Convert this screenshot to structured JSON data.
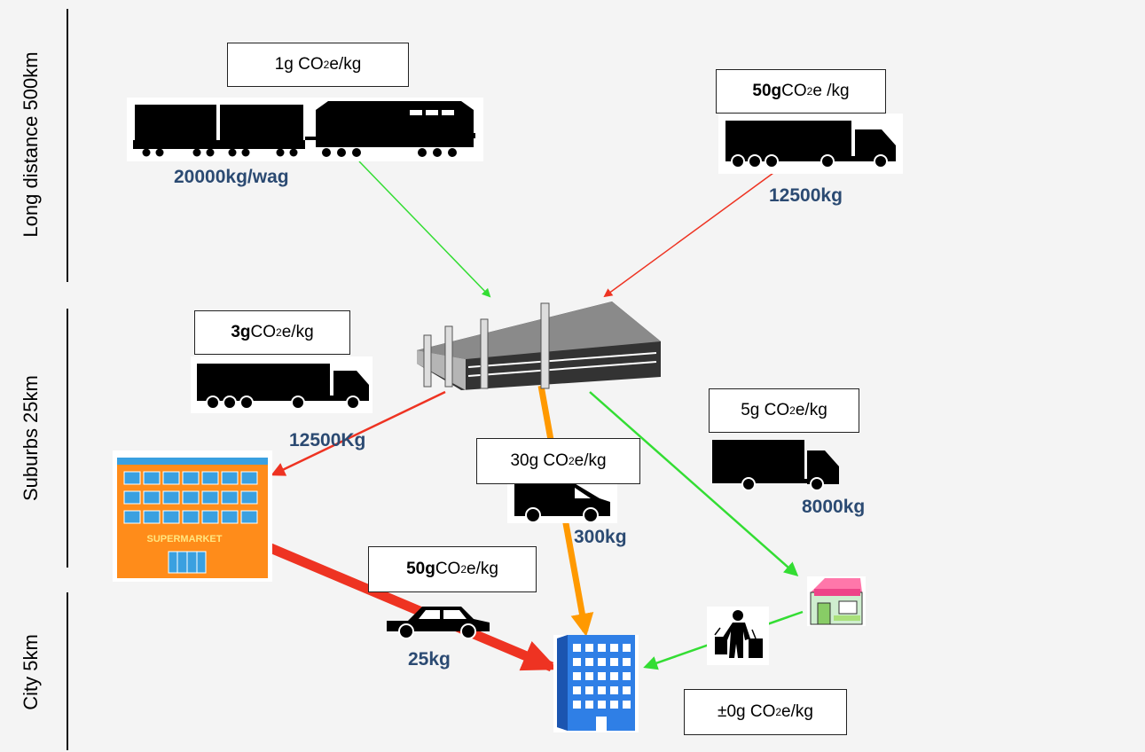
{
  "bands": [
    {
      "id": "long",
      "label": "Long distance 500km"
    },
    {
      "id": "suburbs",
      "label": "Suburbs 25km"
    },
    {
      "id": "city",
      "label": "City 5km"
    }
  ],
  "emissions": {
    "train": {
      "bold": "",
      "value": "1g CO",
      "sub": "2",
      "unit": "e/kg"
    },
    "truck_long": {
      "bold": "50g",
      "value": " CO",
      "sub": "2",
      "unit": "e /kg"
    },
    "truck_supermarket": {
      "bold": "3g",
      "value": " CO",
      "sub": "2",
      "unit": "e/kg"
    },
    "truck_shop": {
      "bold": "",
      "value": "5g CO",
      "sub": "2",
      "unit": "e/kg"
    },
    "van": {
      "bold": "",
      "value": "30g CO",
      "sub": "2",
      "unit": "e/kg"
    },
    "car": {
      "bold": "50g",
      "value": " CO",
      "sub": "2",
      "unit": "e/kg"
    },
    "walk": {
      "bold": "",
      "value": "±0g CO",
      "sub": "2",
      "unit": "e/kg"
    }
  },
  "weights": {
    "train": "20000kg/wag",
    "truck_long": "12500kg",
    "truck_supermarket": "12500Kg",
    "truck_shop": "8000kg",
    "van": "300kg",
    "car": "25kg"
  },
  "labels": {
    "supermarket_sign": "SUPERMARKET"
  },
  "colors": {
    "green": "#33dd33",
    "red": "#ee3322",
    "orange": "#ff9900",
    "weight_text": "#2b4a72"
  }
}
